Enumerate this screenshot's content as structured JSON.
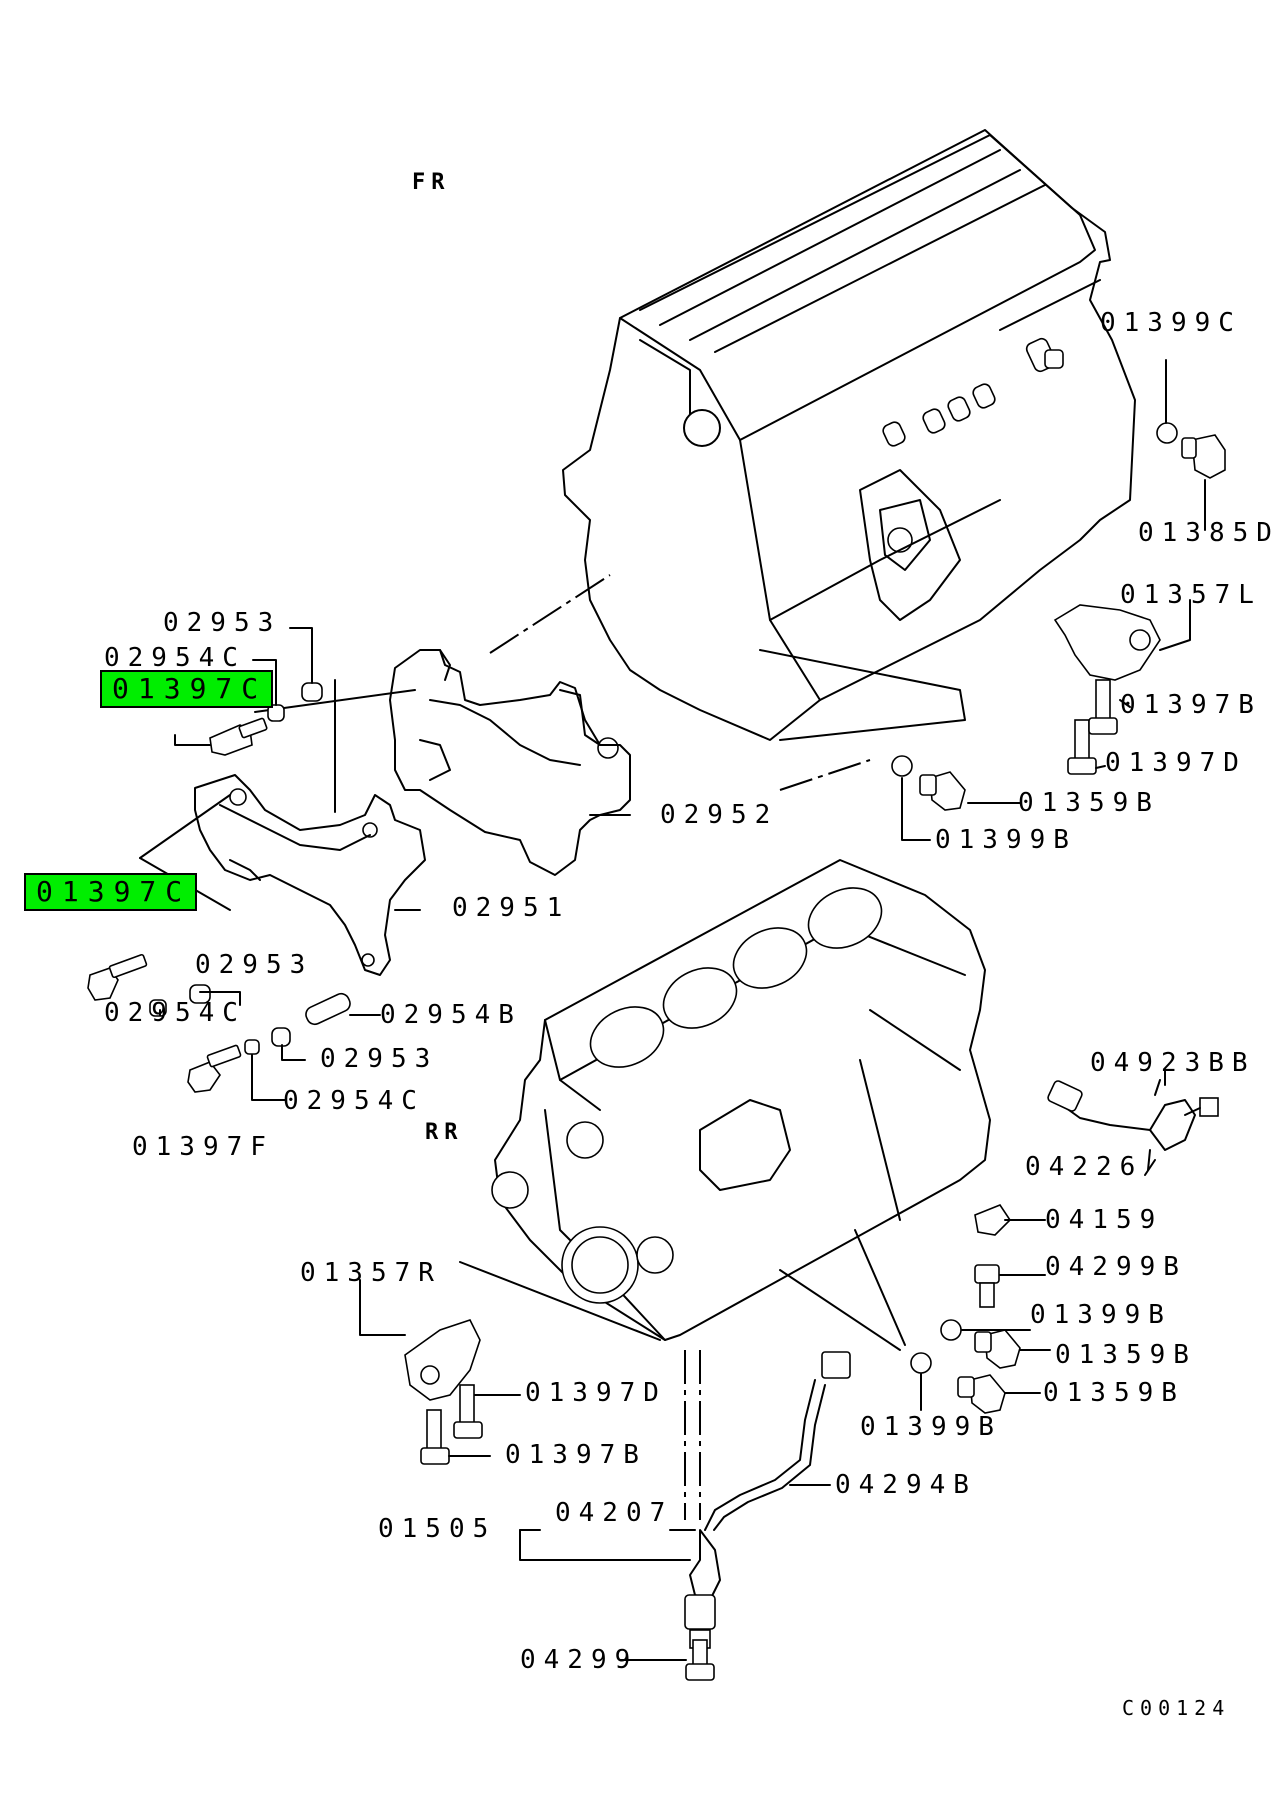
{
  "diagram": {
    "direction_labels": {
      "front": "FR",
      "rear": "RR"
    },
    "figure_code": "C00124",
    "highlight_color": "#00ee00",
    "callouts": [
      {
        "id": "c01399C",
        "text": "01399C",
        "highlight": false
      },
      {
        "id": "c01385D",
        "text": "01385D",
        "highlight": false
      },
      {
        "id": "c01357L",
        "text": "01357L",
        "highlight": false
      },
      {
        "id": "c01397B_top",
        "text": "01397B",
        "highlight": false
      },
      {
        "id": "c01397D_top",
        "text": "01397D",
        "highlight": false
      },
      {
        "id": "c01359B_top",
        "text": "01359B",
        "highlight": false
      },
      {
        "id": "c01399B_top",
        "text": "01399B",
        "highlight": false
      },
      {
        "id": "c02953_a",
        "text": "02953",
        "highlight": false
      },
      {
        "id": "c02954C_a",
        "text": "02954C",
        "highlight": false
      },
      {
        "id": "c01397C_a",
        "text": "01397C",
        "highlight": true
      },
      {
        "id": "c02952",
        "text": "02952",
        "highlight": false
      },
      {
        "id": "c01397C_b",
        "text": "01397C",
        "highlight": true
      },
      {
        "id": "c02951",
        "text": "02951",
        "highlight": false
      },
      {
        "id": "c02953_b",
        "text": "02953",
        "highlight": false
      },
      {
        "id": "c02954C_b",
        "text": "02954C",
        "highlight": false
      },
      {
        "id": "c02954B",
        "text": "02954B",
        "highlight": false
      },
      {
        "id": "c02953_c",
        "text": "02953",
        "highlight": false
      },
      {
        "id": "c02954C_c",
        "text": "02954C",
        "highlight": false
      },
      {
        "id": "c01397F",
        "text": "01397F",
        "highlight": false
      },
      {
        "id": "c04923BB",
        "text": "04923BB",
        "highlight": false
      },
      {
        "id": "c04226",
        "text": "04226",
        "highlight": false
      },
      {
        "id": "c04159",
        "text": "04159",
        "highlight": false
      },
      {
        "id": "c04299B",
        "text": "04299B",
        "highlight": false
      },
      {
        "id": "c01399B_mid",
        "text": "01399B",
        "highlight": false
      },
      {
        "id": "c01359B_a",
        "text": "01359B",
        "highlight": false
      },
      {
        "id": "c01359B_b",
        "text": "01359B",
        "highlight": false
      },
      {
        "id": "c01399B_low",
        "text": "01399B",
        "highlight": false
      },
      {
        "id": "c01357R",
        "text": "01357R",
        "highlight": false
      },
      {
        "id": "c01397D_low",
        "text": "01397D",
        "highlight": false
      },
      {
        "id": "c01397B_low",
        "text": "01397B",
        "highlight": false
      },
      {
        "id": "c04294B",
        "text": "04294B",
        "highlight": false
      },
      {
        "id": "c04207",
        "text": "04207",
        "highlight": false
      },
      {
        "id": "c01505",
        "text": "01505",
        "highlight": false
      },
      {
        "id": "c04299",
        "text": "04299",
        "highlight": false
      }
    ]
  }
}
